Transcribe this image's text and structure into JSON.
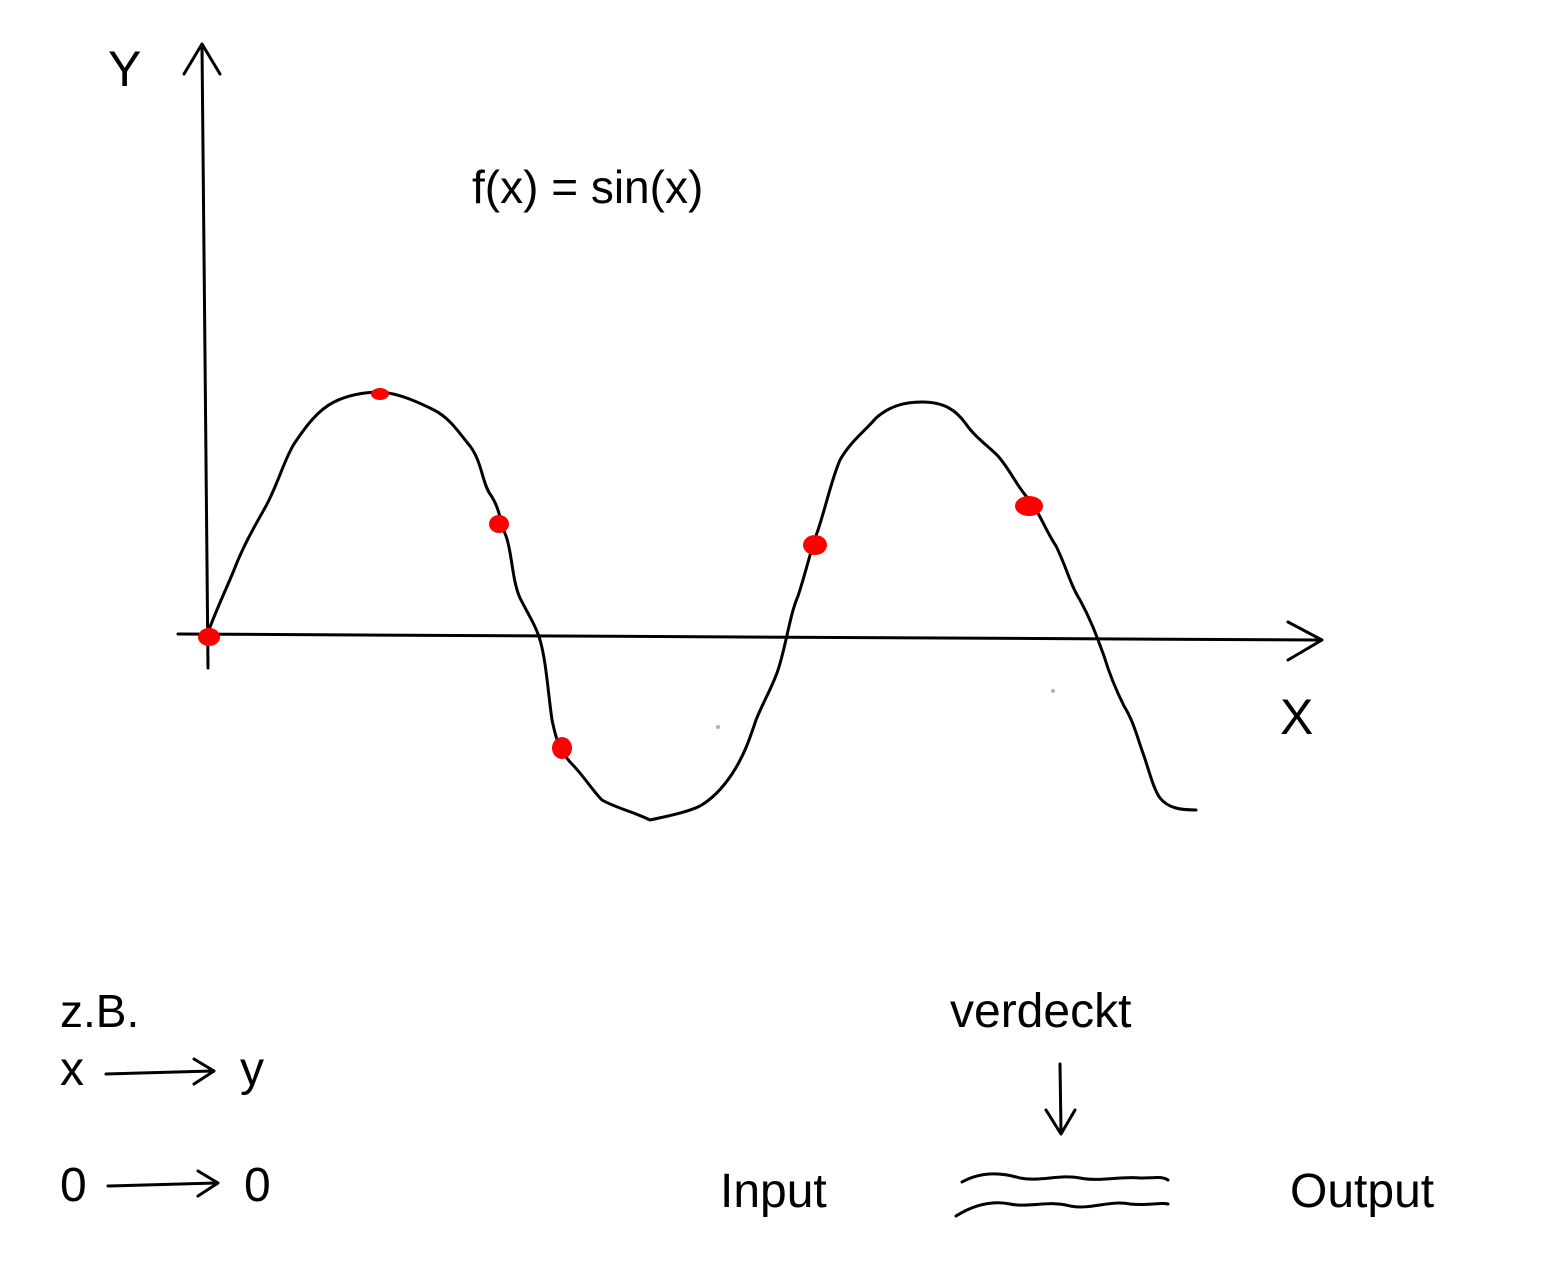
{
  "axes": {
    "y_label": "Y",
    "x_label": "X"
  },
  "formula": "f(x) = sin(x)",
  "example": {
    "heading": "z.B.",
    "mapping_1": {
      "input": "x",
      "output": "y"
    },
    "mapping_2": {
      "input": "0",
      "output": "0"
    }
  },
  "black_box": {
    "hidden_label": "verdeckt",
    "input_label": "Input",
    "output_label": "Output"
  },
  "colors": {
    "stroke": "#000000",
    "sample_point": "#ff0000",
    "background": "#ffffff"
  },
  "sample_points_count": 6
}
